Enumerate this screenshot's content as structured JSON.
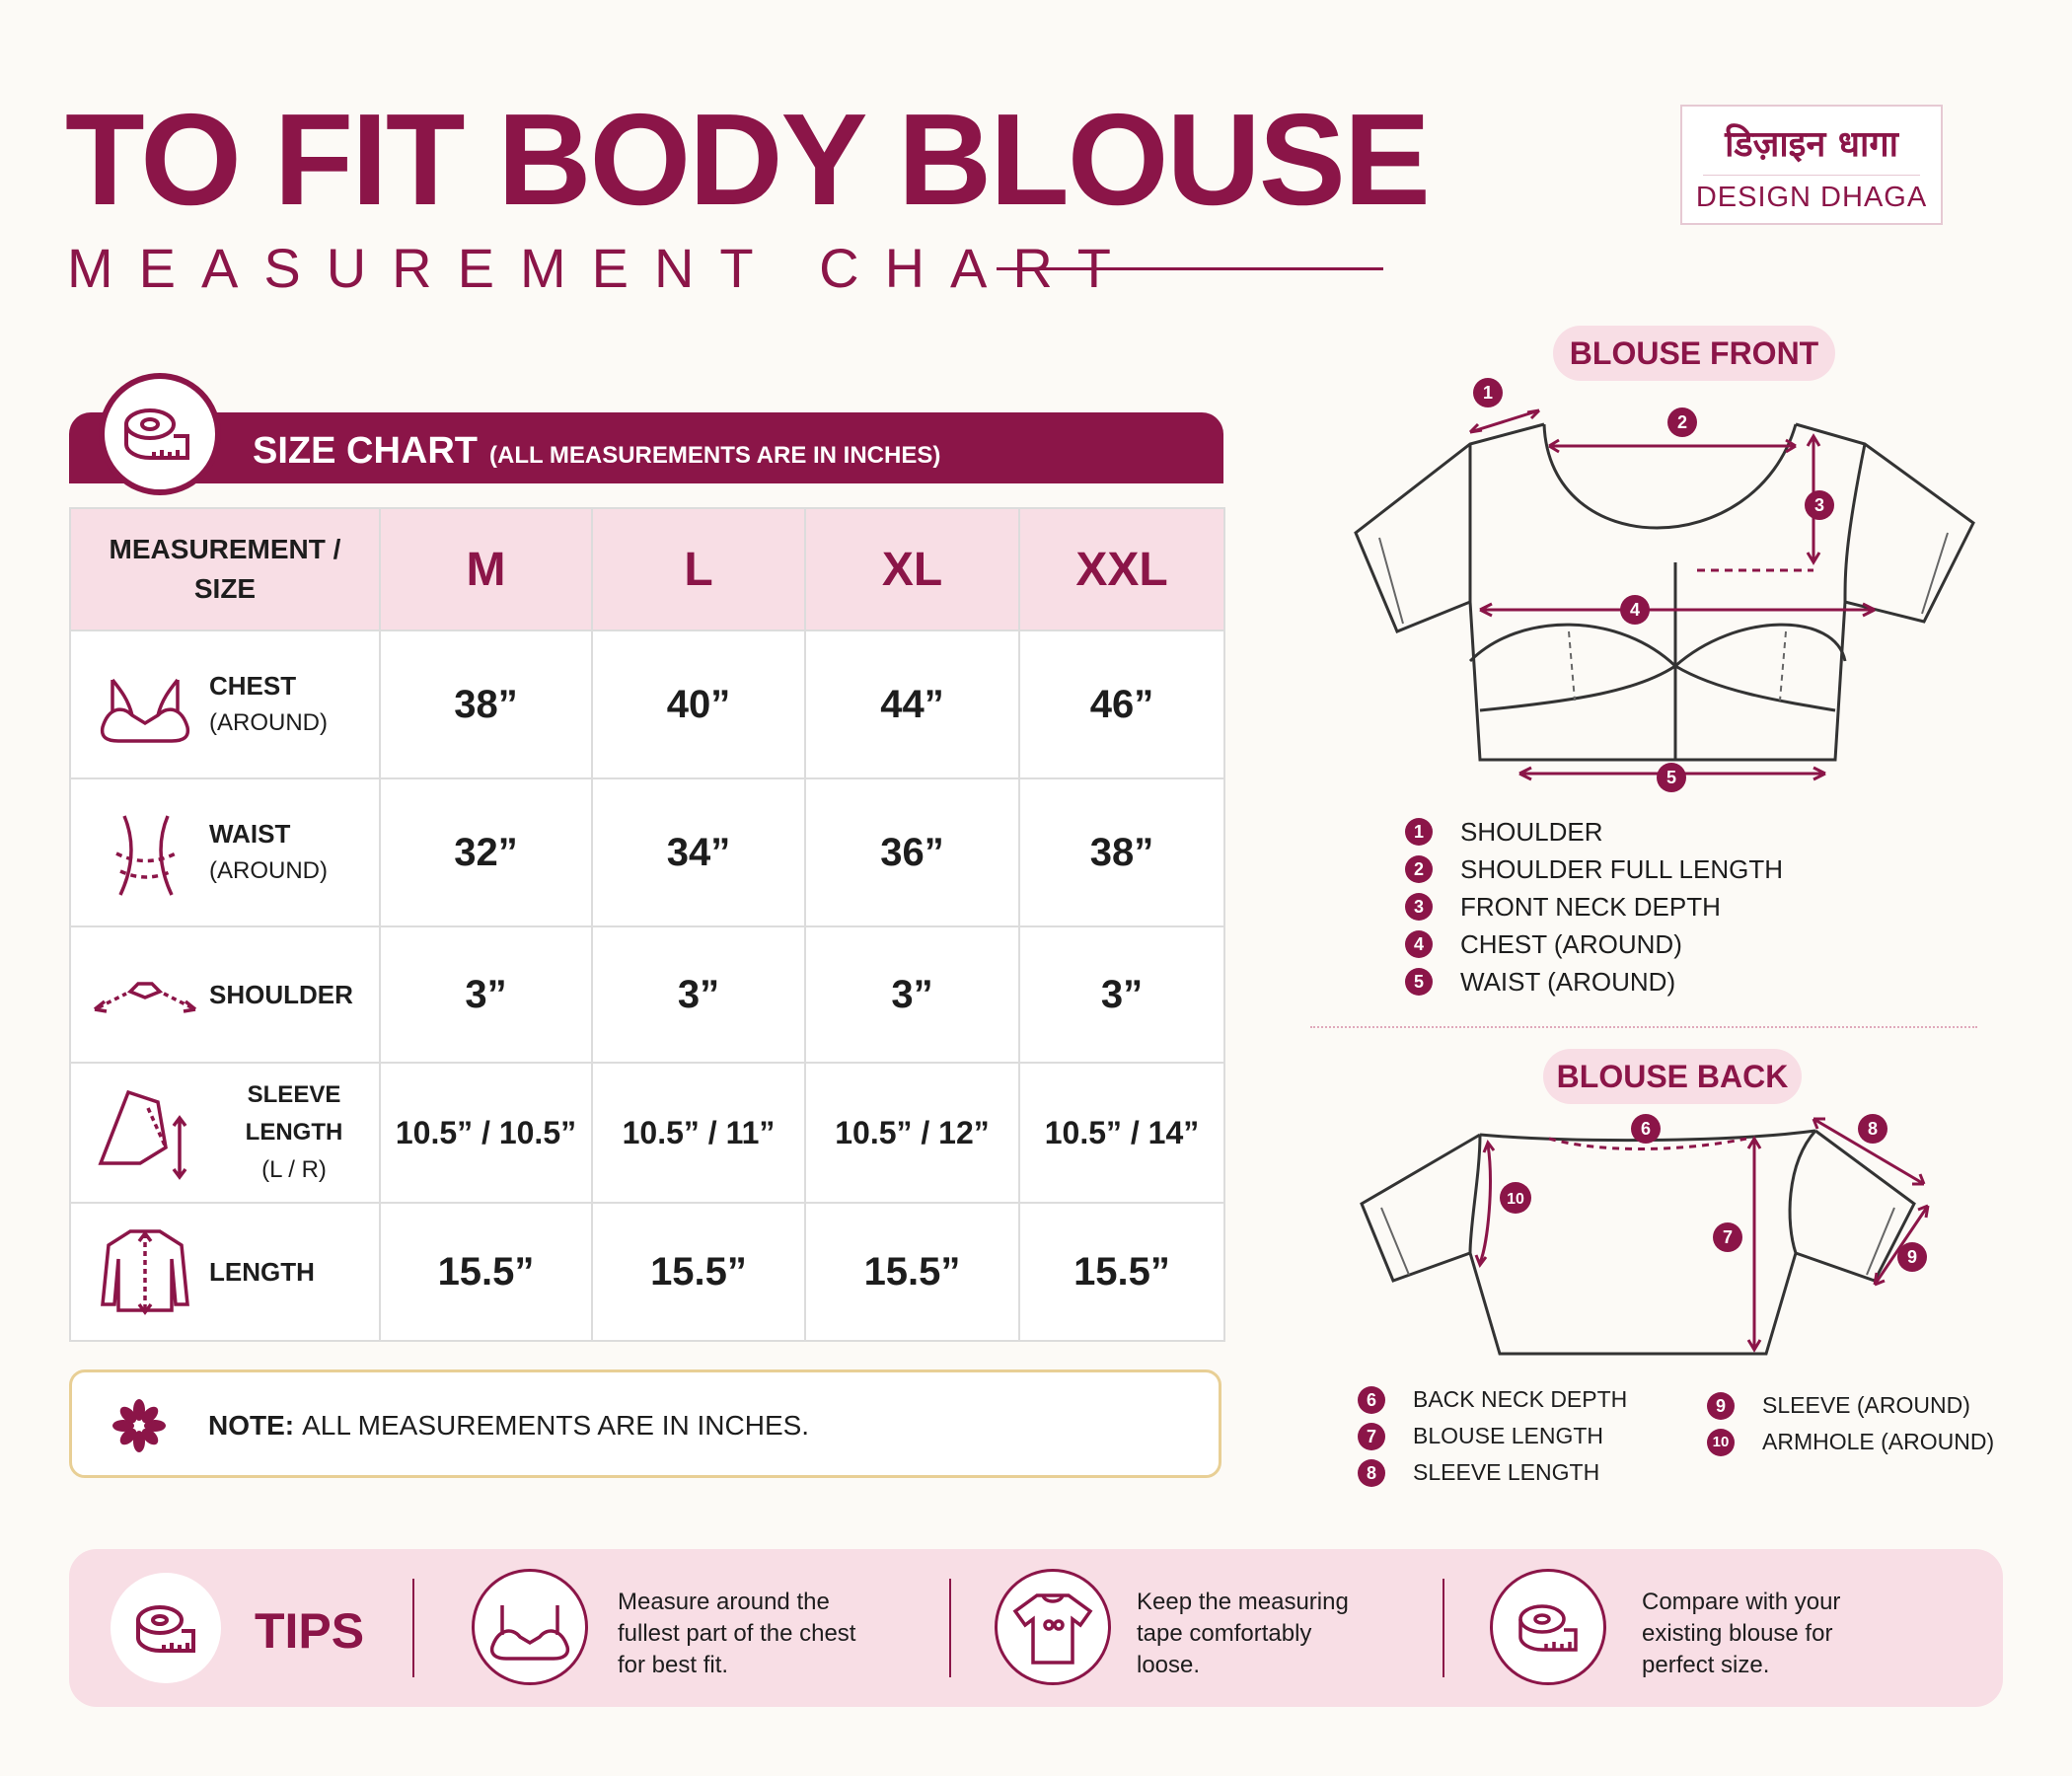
{
  "header": {
    "title": "TO FIT BODY BLOUSE",
    "subtitle": "MEASUREMENT CHART",
    "logo_hindi": "डिज़ाइन धागा",
    "logo_english": "DESIGN DHAGA"
  },
  "size_chart": {
    "title": "SIZE CHART",
    "title_note": "(ALL MEASUREMENTS ARE IN INCHES)",
    "header_first_line1": "MEASUREMENT /",
    "header_first_line2": "SIZE",
    "sizes": [
      "M",
      "L",
      "XL",
      "XXL"
    ],
    "rows": [
      {
        "label": "CHEST",
        "sub": "(AROUND)",
        "icon": "bra-icon",
        "values": [
          "38”",
          "40”",
          "44”",
          "46”"
        ]
      },
      {
        "label": "WAIST",
        "sub": "(AROUND)",
        "icon": "waist-icon",
        "values": [
          "32”",
          "34”",
          "36”",
          "38”"
        ]
      },
      {
        "label": "SHOULDER",
        "sub": "",
        "icon": "shoulder-icon",
        "values": [
          "3”",
          "3”",
          "3”",
          "3”"
        ]
      },
      {
        "label": "SLEEVE LENGTH",
        "sub": "(L / R)",
        "icon": "sleeve-icon",
        "values": [
          "10.5” / 10.5”",
          "10.5” / 11”",
          "10.5” / 12”",
          "10.5” / 14”"
        ]
      },
      {
        "label": "LENGTH",
        "sub": "",
        "icon": "blouse-length-icon",
        "values": [
          "15.5”",
          "15.5”",
          "15.5”",
          "15.5”"
        ]
      }
    ]
  },
  "note": {
    "label": "NOTE:",
    "text": "ALL MEASUREMENTS ARE IN INCHES."
  },
  "blouse_front": {
    "title": "BLOUSE FRONT",
    "legend": [
      {
        "num": "1",
        "text": "SHOULDER"
      },
      {
        "num": "2",
        "text": "SHOULDER FULL LENGTH"
      },
      {
        "num": "3",
        "text": "FRONT NECK DEPTH"
      },
      {
        "num": "4",
        "text": "CHEST (AROUND)"
      },
      {
        "num": "5",
        "text": "WAIST (AROUND)"
      }
    ]
  },
  "blouse_back": {
    "title": "BLOUSE BACK",
    "legend_left": [
      {
        "num": "6",
        "text": "BACK NECK DEPTH"
      },
      {
        "num": "7",
        "text": "BLOUSE LENGTH"
      },
      {
        "num": "8",
        "text": "SLEEVE LENGTH"
      }
    ],
    "legend_right": [
      {
        "num": "9",
        "text": "SLEEVE (AROUND)"
      },
      {
        "num": "10",
        "text": "ARMHOLE (AROUND)"
      }
    ]
  },
  "tips": {
    "label": "TIPS",
    "items": [
      {
        "icon": "bra-icon",
        "line1": "Measure around the",
        "line2": "fullest part of the chest",
        "line3": "for best fit."
      },
      {
        "icon": "tshirt-icon",
        "line1": "Keep the measuring",
        "line2": "tape comfortably",
        "line3": "loose."
      },
      {
        "icon": "measuring-tape-icon",
        "line1": "Compare with your",
        "line2": "existing blouse for",
        "line3": "perfect size."
      }
    ]
  },
  "colors": {
    "accent": "#8b1548",
    "pink": "#f8dee5",
    "note_border": "#e8cf95",
    "background": "#fcfaf6"
  }
}
